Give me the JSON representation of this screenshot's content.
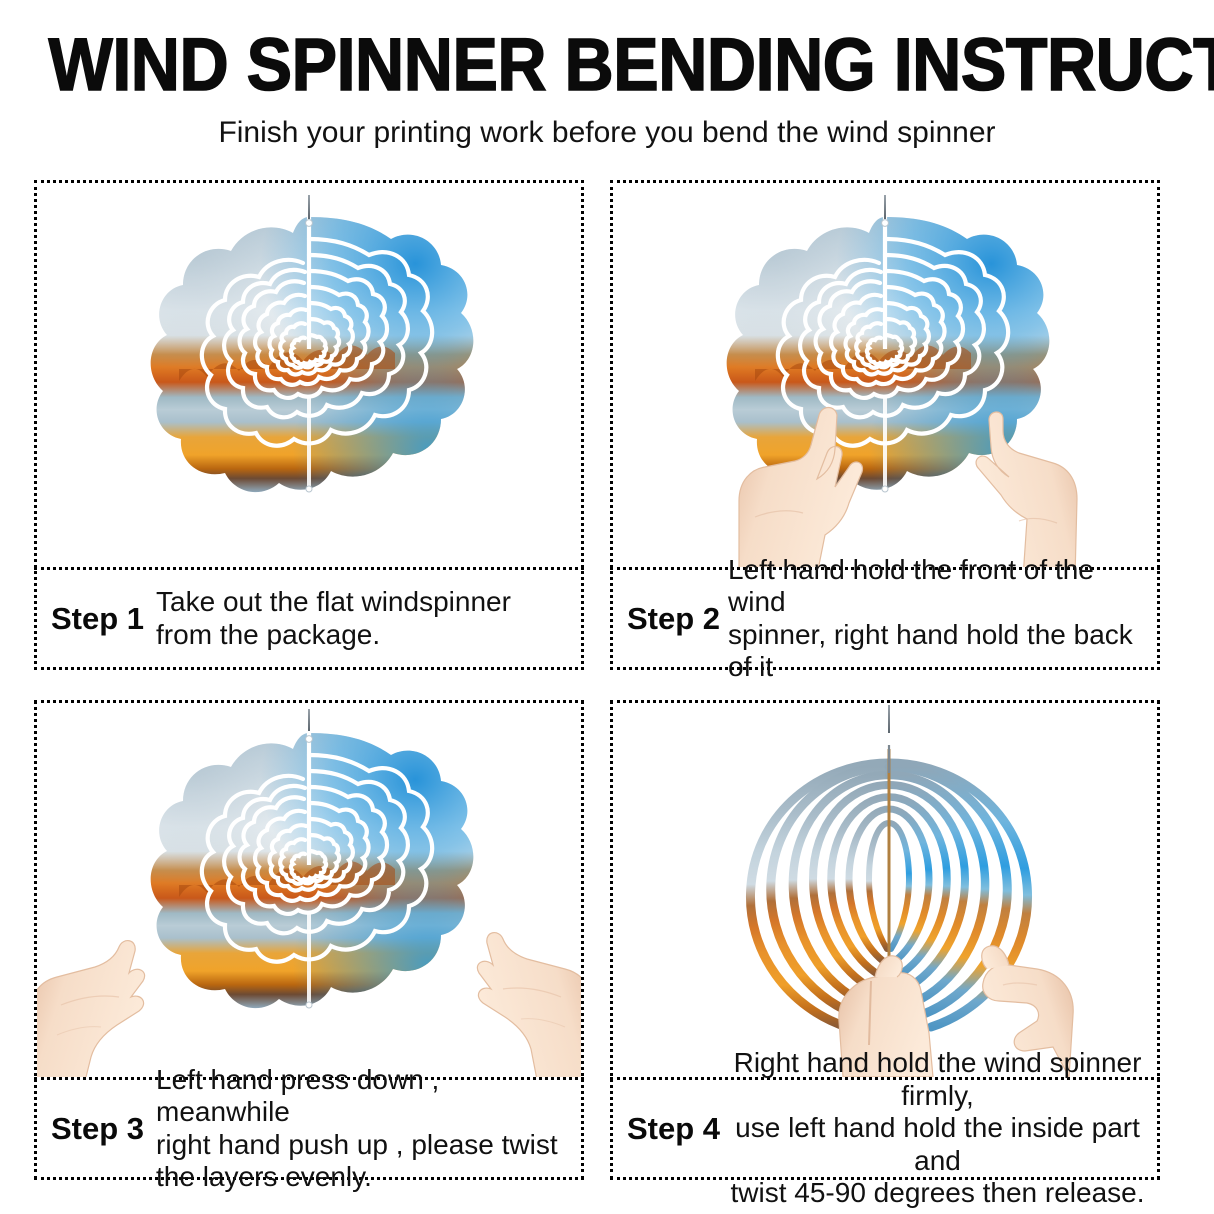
{
  "header": {
    "title": "WIND SPINNER BENDING INSTRUCTIONS",
    "subtitle": "Finish your printing work before you bend the wind spinner"
  },
  "panels": [
    {
      "id": "step-1",
      "label": "Step 1",
      "text": "Take out the flat windspinner\nfrom the package.",
      "scene": "flat-spinner-hanging",
      "hands": []
    },
    {
      "id": "step-2",
      "label": "Step 2",
      "text": "Left hand hold the front of the wind\nspinner, right hand hold the back of it",
      "scene": "flat-spinner-hanging",
      "hands": [
        "left-hand-front",
        "right-hand-back"
      ]
    },
    {
      "id": "step-3",
      "label": "Step 3",
      "text": "Left hand press down , meanwhile\nright hand push up , please twist\nthe layers evenly.",
      "scene": "flat-spinner-hanging",
      "hands": [
        "left-hand-press-down",
        "right-hand-push-up"
      ]
    },
    {
      "id": "step-4",
      "label": "Step 4",
      "text": "Right hand hold the wind spinner firmly,\nuse left hand hold the inside part and\ntwist 45-90 degrees then release.",
      "scene": "twisted-spinner-3d",
      "hands": [
        "left-hand-inside",
        "right-hand-hold"
      ]
    }
  ],
  "artwork": {
    "product": "wind spinner",
    "print_image": "autumn lake with orange trees, blue and white cloudy sky, water reflection, golden grass",
    "ring_count": 7,
    "colors": {
      "sky_blue": "#2d9fe0",
      "sky_pale": "#d8e2ea",
      "cloud_white": "#f2f5f7",
      "tree_orange": "#e07a22",
      "tree_deep": "#b8480f",
      "grass_gold": "#f0a32a",
      "water_blue": "#7fb6d8",
      "metal_steel": "#8fa6b6",
      "cut_line": "#ffffff",
      "skin": "#f3d6bf",
      "skin_shadow": "#e0b89c",
      "border": "#000000"
    }
  }
}
